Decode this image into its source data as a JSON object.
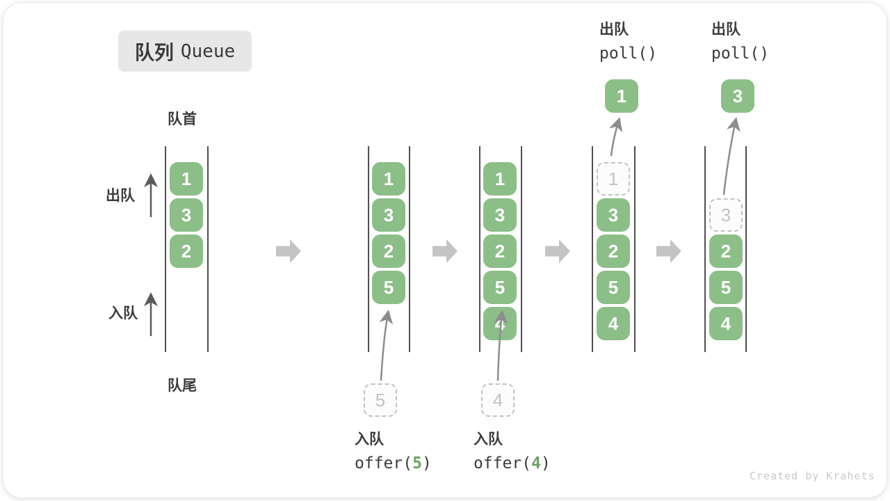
{
  "title": {
    "zh": "队列",
    "en": "Queue"
  },
  "labels": {
    "front": "队首",
    "rear": "队尾",
    "dequeue_side": "出队",
    "enqueue_side": "入队"
  },
  "colors": {
    "block_green": "#8cbf88",
    "code_green": "#69a65f",
    "dashed_gray": "#c2c2c2",
    "text_dark": "#3b3b3b",
    "arrow_block_gray": "#c4c4c4",
    "title_bg": "#e7e7e7"
  },
  "queues": [
    {
      "name": "state-initial",
      "slots": [
        {
          "v": "1"
        },
        {
          "v": "3"
        },
        {
          "v": "2"
        }
      ]
    },
    {
      "name": "state-after-offer-5",
      "slots": [
        {
          "v": "1"
        },
        {
          "v": "3"
        },
        {
          "v": "2"
        },
        {
          "v": "5"
        }
      ]
    },
    {
      "name": "state-after-offer-4",
      "slots": [
        {
          "v": "1"
        },
        {
          "v": "3"
        },
        {
          "v": "2"
        },
        {
          "v": "5"
        },
        {
          "v": "4"
        }
      ]
    },
    {
      "name": "state-poll-1",
      "slots": [
        {
          "v": "1",
          "removed": true
        },
        {
          "v": "3"
        },
        {
          "v": "2"
        },
        {
          "v": "5"
        },
        {
          "v": "4"
        }
      ]
    },
    {
      "name": "state-poll-3",
      "slots": [
        {
          "v": "3",
          "removed": true
        },
        {
          "v": "2"
        },
        {
          "v": "5"
        },
        {
          "v": "4"
        }
      ]
    }
  ],
  "floating": {
    "enq5": "5",
    "enq4": "4",
    "deq1": "1",
    "deq3": "3"
  },
  "operations": {
    "enqueue5": {
      "label": "入队",
      "fn": "offer(",
      "arg": "5",
      "close": ")"
    },
    "enqueue4": {
      "label": "入队",
      "fn": "offer(",
      "arg": "4",
      "close": ")"
    },
    "poll1": {
      "label": "出队",
      "code": "poll()"
    },
    "poll3": {
      "label": "出队",
      "code": "poll()"
    }
  },
  "watermark": "Created by Krahets"
}
